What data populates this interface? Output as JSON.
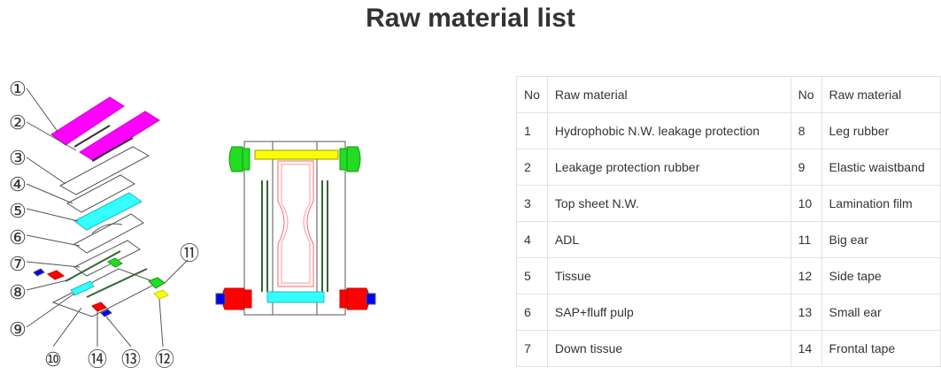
{
  "page": {
    "title": "Raw material list"
  },
  "diagram": {
    "callouts": [
      "①",
      "②",
      "③",
      "④",
      "⑤",
      "⑥",
      "⑦",
      "⑧",
      "⑨",
      "⑩",
      "⑪",
      "⑫",
      "⑬",
      "⑭"
    ],
    "colors": {
      "magenta": "#ff00ff",
      "cyan": "#33ffff",
      "green": "#22dd22",
      "red": "#ff0000",
      "blue": "#0000ff",
      "yellow": "#ffff00",
      "line": "#555555",
      "dark_green": "#336633",
      "outline_red": "#ff6666"
    }
  },
  "table": {
    "headers": {
      "no": "No",
      "material": "Raw material",
      "no2": "No",
      "material2": "Raw material"
    },
    "rows": [
      {
        "no": "1",
        "material": "Hydrophobic N.W. leakage protection",
        "no2": "8",
        "material2": "Leg rubber"
      },
      {
        "no": "2",
        "material": "Leakage protection rubber",
        "no2": "9",
        "material2": "Elastic waistband"
      },
      {
        "no": "3",
        "material": "Top sheet N.W.",
        "no2": "10",
        "material2": "Lamination film"
      },
      {
        "no": "4",
        "material": "ADL",
        "no2": "11",
        "material2": "Big ear"
      },
      {
        "no": "5",
        "material": "Tissue",
        "no2": "12",
        "material2": "Side tape"
      },
      {
        "no": "6",
        "material": "SAP+fluff pulp",
        "no2": "13",
        "material2": "Small ear"
      },
      {
        "no": "7",
        "material": "Down tissue",
        "no2": "14",
        "material2": "Frontal tape"
      }
    ]
  }
}
